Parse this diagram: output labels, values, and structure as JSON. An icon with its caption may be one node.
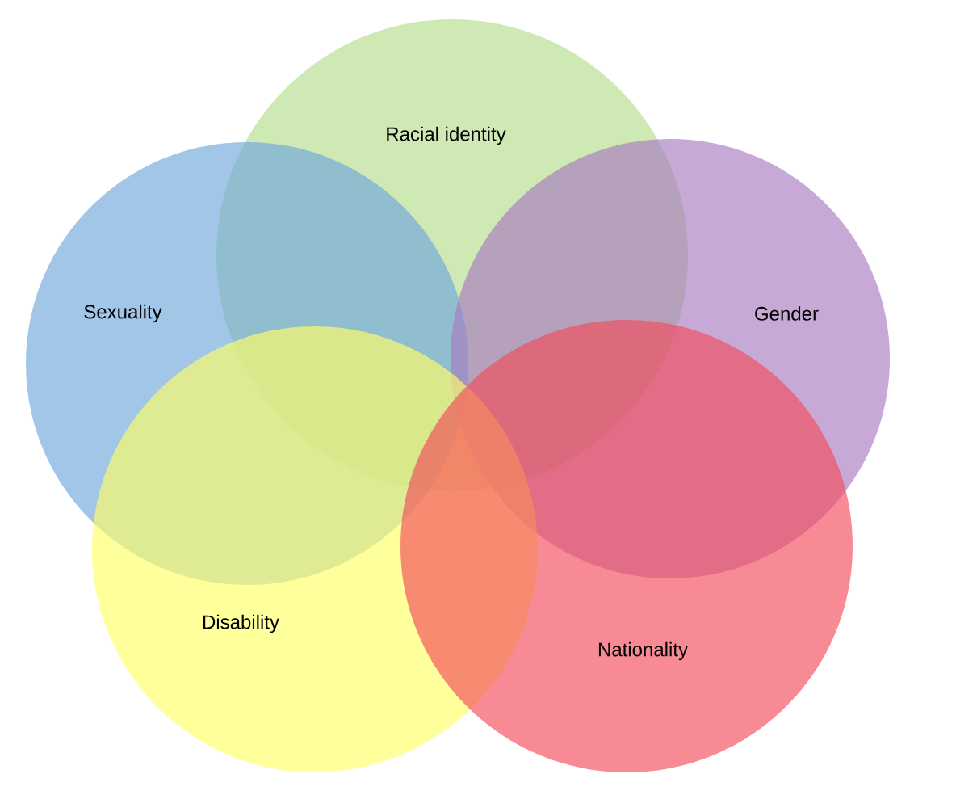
{
  "diagram": {
    "nodes": [
      {
        "text": [
          "Racial identity"
        ]
      },
      {
        "text": [
          "Sexuality"
        ]
      },
      {
        "text": [
          "Gender"
        ]
      },
      {
        "text": [
          "Disability"
        ]
      },
      {
        "text": [
          "Nationality"
        ]
      }
    ]
  }
}
